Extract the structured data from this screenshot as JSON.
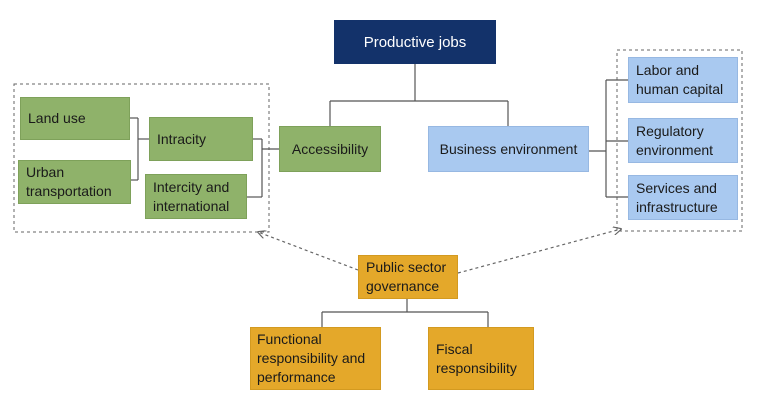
{
  "diagram": {
    "top": {
      "label": "Productive jobs"
    },
    "accessibility": {
      "label": "Accessibility",
      "land_use": "Land use",
      "urban_transportation": "Urban transportation",
      "intracity": "Intracity",
      "intercity": "Intercity and international"
    },
    "business": {
      "label": "Business environment",
      "labor": "Labor and human capital",
      "regulatory": "Regulatory environment",
      "services": "Services and infrastructure"
    },
    "governance": {
      "label": "Public sector governance",
      "functional": "Functional responsibility and performance",
      "fiscal": "Fiscal responsibility"
    },
    "colors": {
      "navy": "#13326a",
      "green": "#8fb26a",
      "blue": "#a9c9f0",
      "orange": "#e4a82a"
    }
  }
}
